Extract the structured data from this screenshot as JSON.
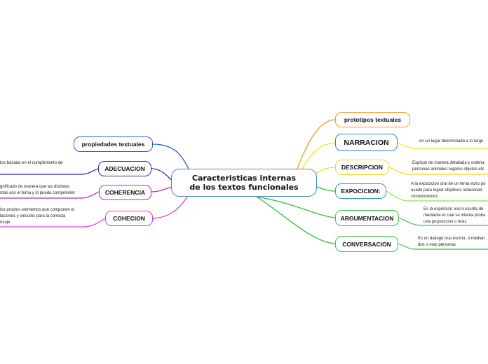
{
  "central": {
    "title": "Caracteristicas internas\nde los textos funcionales"
  },
  "left": {
    "propiedades": {
      "label": "propiedades textuales",
      "color": "#2b5ccf"
    },
    "adecuacion": {
      "label": "ADECUACION",
      "color": "#2a2ab8",
      "desc": [
        "tos basada en el cumplimiento de"
      ]
    },
    "coherencia": {
      "label": "COHERENCIA",
      "color": "#b52bbf",
      "desc": [
        "gnificado de manera que las distintas",
        "ntas con el tema y lo pueda comprender"
      ]
    },
    "cohecion": {
      "label": "COHECION",
      "color": "#e33ce0",
      "desc": [
        "los propios elementos que componen el",
        "laciones y vinculos para la correcta",
        "nsaje"
      ]
    }
  },
  "right": {
    "prototipos": {
      "label": "prototipos textuales",
      "color": "#f29a1f"
    },
    "narracion": {
      "label": "NARRACION",
      "color": "#2d7fd0",
      "desc": [
        "en un lugar determinado a lo largo"
      ],
      "line_color": "#f2e31a"
    },
    "descripcion": {
      "label": "DESCRIPCION",
      "color": "#e8de14",
      "desc": [
        "Explicar de manera detallada y ordena",
        "personas animales lugares objetos etc"
      ]
    },
    "expocicion": {
      "label": "EXPOCICION:",
      "color": "#2d9fb5",
      "desc": [
        "A la expocicion oral de un tema echo po",
        "usado para lograr objetivos relacionad",
        "conocimientos"
      ],
      "line_color": "#8de34a"
    },
    "argumentacion": {
      "label": "ARGUMENTACION",
      "color": "#3cc44a",
      "desc": [
        "Es la exprecion oral o escrita de",
        "mediante el cual se intenta proba",
        "una propocicion o tesis"
      ]
    },
    "conversacion": {
      "label": "CONVERSACION",
      "color": "#3cc44a",
      "desc": [
        "Es un dialogo oral escrito, o median",
        "dos o mas personas"
      ]
    }
  },
  "colors": {
    "central_border": "#4a89c8",
    "right_trunk": "#2fbf3a"
  }
}
